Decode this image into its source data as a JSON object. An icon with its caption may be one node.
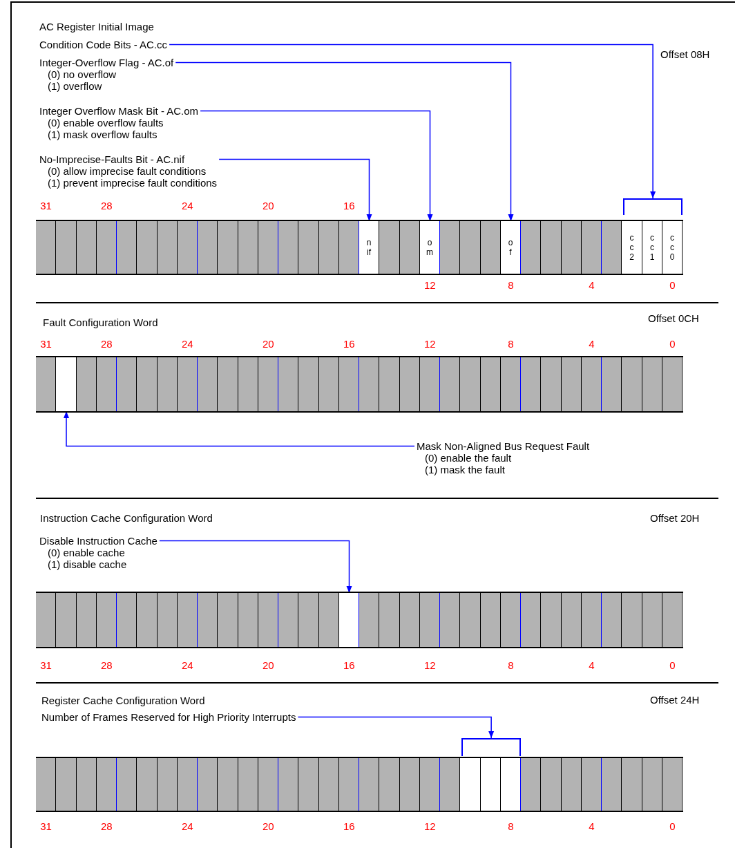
{
  "diagram": {
    "nodes": [
      {
        "text": [
          "AC Register Initial Image",
          "Offset 08H"
        ]
      },
      {
        "text": [
          "Condition Code Bits - AC.cc"
        ],
        "in": 0
      },
      {
        "text": [
          "Integer-Overflow Flag - AC.of",
          "(0) no overflow",
          "(1) overflow"
        ],
        "in": 0
      },
      {
        "text": [
          "Integer Overflow Mask Bit - AC.om",
          "(0) enable overflow faults",
          "(1) mask overflow faults"
        ],
        "in": 0
      },
      {
        "text": [
          "No-Imprecise-Faults Bit - AC.nif",
          "(0) allow imprecise fault conditions",
          "(1) prevent imprecise fault conditions"
        ],
        "in": 0
      },
      {
        "text": [
          "nif"
        ],
        "in": 0
      },
      {
        "text": [
          "om"
        ],
        "in": 0
      },
      {
        "text": [
          "of"
        ],
        "in": 0
      },
      {
        "text": [],
        "shape": "bracket",
        "in": 0
      },
      {
        "text": [
          "cc2"
        ],
        "in": 0
      },
      {
        "text": [
          "cc1"
        ],
        "in": 0
      },
      {
        "text": [
          "cc0"
        ],
        "in": 0
      },
      {
        "text": [
          "Fault Configuration Word",
          "Offset 0CH"
        ]
      },
      {
        "text": [],
        "shape": "box",
        "in": 12
      },
      {
        "text": [
          "Mask Non-Aligned Bus Request Fault",
          "(0) enable the fault",
          "(1) mask the fault"
        ],
        "in": 12
      },
      {
        "text": [
          "Instruction Cache Configuration Word",
          "Offset 20H"
        ]
      },
      {
        "text": [
          "Disable Instruction Cache",
          "(0) enable cache",
          "(1) disable cache"
        ],
        "in": 15
      },
      {
        "text": [],
        "shape": "box",
        "in": 15
      },
      {
        "text": [
          "Register Cache Configuration Word",
          "Offset 24H"
        ]
      },
      {
        "text": [
          "Number of Frames Reserved for High Priority Interrupts"
        ],
        "in": 18
      },
      {
        "text": [],
        "shape": "bracket",
        "in": 18
      },
      {
        "text": [],
        "shape": "box",
        "in": 18
      },
      {
        "text": [],
        "shape": "box",
        "in": 18
      },
      {
        "text": [],
        "shape": "box",
        "in": 18
      }
    ],
    "edges": [
      {
        "from": 1,
        "to": 8,
        "arrow": "to"
      },
      {
        "from": 2,
        "to": 7,
        "arrow": "to"
      },
      {
        "from": 3,
        "to": 6,
        "arrow": "to"
      },
      {
        "from": 4,
        "to": 5,
        "arrow": "to"
      },
      {
        "from": 14,
        "to": 13,
        "arrow": "to"
      },
      {
        "from": 16,
        "to": 17,
        "arrow": "to"
      },
      {
        "from": 19,
        "to": 20,
        "arrow": "to"
      }
    ],
    "labels": [
      "31",
      "28",
      "24",
      "20",
      "16",
      "12",
      "8",
      "4",
      "0",
      "31",
      "28",
      "24",
      "20",
      "16",
      "12",
      "8",
      "4",
      "0",
      "31",
      "28",
      "24",
      "20",
      "16",
      "12",
      "8",
      "4",
      "0",
      "31",
      "28",
      "24",
      "20",
      "16",
      "12",
      "8",
      "4",
      "0"
    ]
  }
}
